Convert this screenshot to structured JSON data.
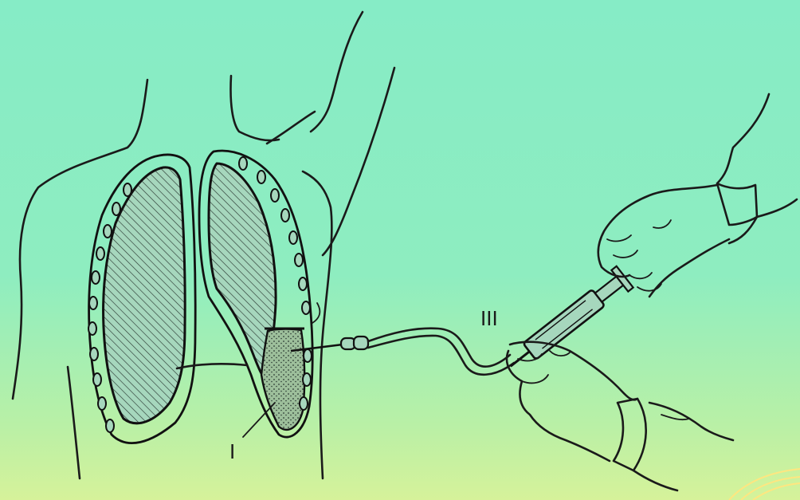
{
  "labels": {
    "label_one": "I",
    "label_three": "III"
  },
  "colors": {
    "background_top": "#86ecc6",
    "background_bottom": "#d6f29a",
    "ink": "#1a1a1a",
    "fluid": "#9dbf9b"
  },
  "icons": [
    "torso-outline",
    "left-lung",
    "right-lung",
    "pleural-effusion",
    "drainage-tube",
    "syringe",
    "gloved-hand-upper",
    "gloved-hand-lower"
  ]
}
